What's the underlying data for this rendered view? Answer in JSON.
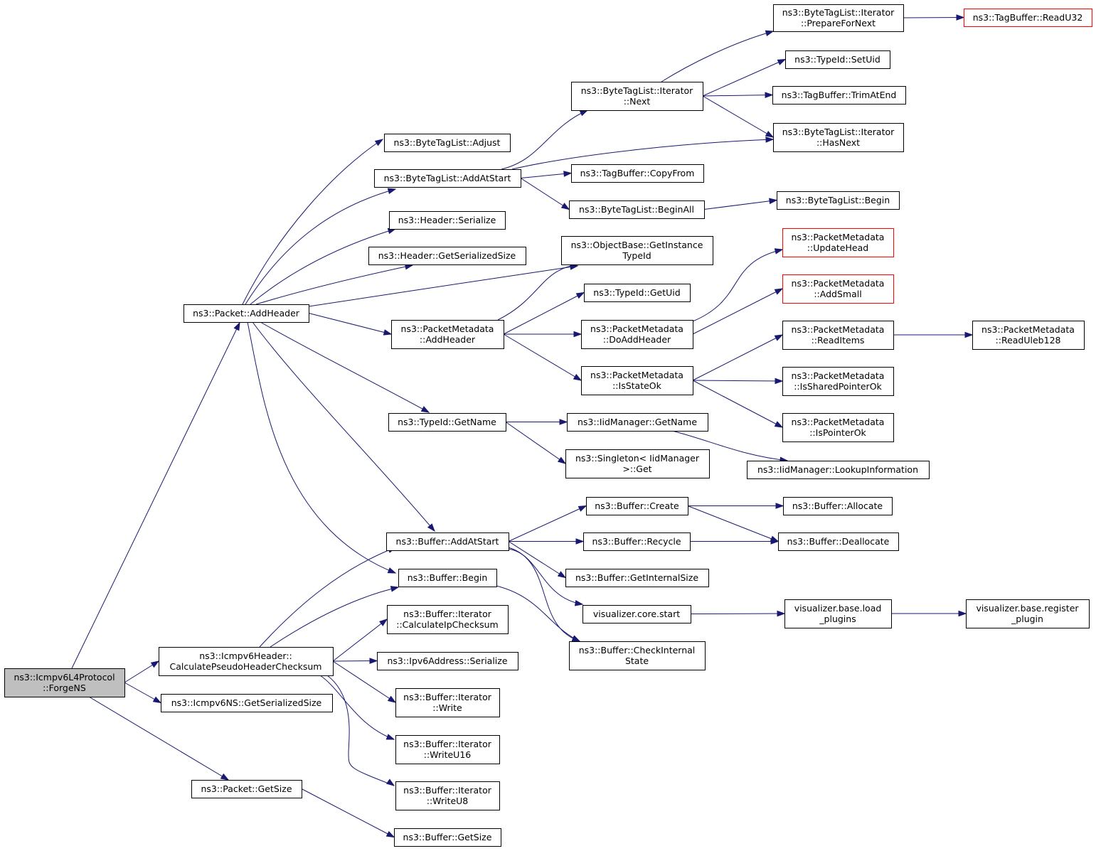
{
  "graph": {
    "colors": {
      "edge": "#191970",
      "root_fill": "#bfbfbf",
      "truncated_border": "#ff0000",
      "node_border": "#000000"
    },
    "nodes": [
      {
        "id": "forgens",
        "lines": [
          "ns3::Icmpv6L4Protocol",
          "::ForgeNS"
        ],
        "root": true
      },
      {
        "id": "pkt_addheader",
        "lines": [
          "ns3::Packet::AddHeader"
        ]
      },
      {
        "id": "calc_pseudo",
        "lines": [
          "ns3::Icmpv6Header::",
          "CalculatePseudoHeaderChecksum"
        ]
      },
      {
        "id": "ns_getser",
        "lines": [
          "ns3::Icmpv6NS::GetSerializedSize"
        ]
      },
      {
        "id": "pkt_getsize",
        "lines": [
          "ns3::Packet::GetSize"
        ]
      },
      {
        "id": "btl_adjust",
        "lines": [
          "ns3::ByteTagList::Adjust"
        ]
      },
      {
        "id": "btl_addatstart",
        "lines": [
          "ns3::ByteTagList::AddAtStart"
        ]
      },
      {
        "id": "hdr_serialize",
        "lines": [
          "ns3::Header::Serialize"
        ]
      },
      {
        "id": "hdr_getser",
        "lines": [
          "ns3::Header::GetSerializedSize"
        ]
      },
      {
        "id": "pm_addheader",
        "lines": [
          "ns3::PacketMetadata",
          "::AddHeader"
        ]
      },
      {
        "id": "typeid_getname",
        "lines": [
          "ns3::TypeId::GetName"
        ]
      },
      {
        "id": "buf_addatstart",
        "lines": [
          "ns3::Buffer::AddAtStart"
        ]
      },
      {
        "id": "buf_begin",
        "lines": [
          "ns3::Buffer::Begin"
        ]
      },
      {
        "id": "bi_calcip",
        "lines": [
          "ns3::Buffer::Iterator",
          "::CalculateIpChecksum"
        ]
      },
      {
        "id": "ipv6_serialize",
        "lines": [
          "ns3::Ipv6Address::Serialize"
        ]
      },
      {
        "id": "bi_write",
        "lines": [
          "ns3::Buffer::Iterator",
          "::Write"
        ]
      },
      {
        "id": "bi_writeu16",
        "lines": [
          "ns3::Buffer::Iterator",
          "::WriteU16"
        ]
      },
      {
        "id": "bi_writeu8",
        "lines": [
          "ns3::Buffer::Iterator",
          "::WriteU8"
        ]
      },
      {
        "id": "buf_getsize",
        "lines": [
          "ns3::Buffer::GetSize"
        ]
      },
      {
        "id": "btli_next",
        "lines": [
          "ns3::ByteTagList::Iterator",
          "::Next"
        ]
      },
      {
        "id": "tb_copyfrom",
        "lines": [
          "ns3::TagBuffer::CopyFrom"
        ]
      },
      {
        "id": "btl_beginall",
        "lines": [
          "ns3::ByteTagList::BeginAll"
        ]
      },
      {
        "id": "ob_getinst",
        "lines": [
          "ns3::ObjectBase::GetInstance",
          "TypeId"
        ]
      },
      {
        "id": "typeid_getuid",
        "lines": [
          "ns3::TypeId::GetUid"
        ]
      },
      {
        "id": "pm_doaddheader",
        "lines": [
          "ns3::PacketMetadata",
          "::DoAddHeader"
        ]
      },
      {
        "id": "pm_isstateok",
        "lines": [
          "ns3::PacketMetadata",
          "::IsStateOk"
        ]
      },
      {
        "id": "iid_getname",
        "lines": [
          "ns3::IidManager::GetName"
        ]
      },
      {
        "id": "singleton_get",
        "lines": [
          "ns3::Singleton< IidManager",
          ">::Get"
        ]
      },
      {
        "id": "buf_create",
        "lines": [
          "ns3::Buffer::Create"
        ]
      },
      {
        "id": "buf_recycle",
        "lines": [
          "ns3::Buffer::Recycle"
        ]
      },
      {
        "id": "buf_getinternal",
        "lines": [
          "ns3::Buffer::GetInternalSize"
        ]
      },
      {
        "id": "viz_core_start",
        "lines": [
          "visualizer.core.start"
        ]
      },
      {
        "id": "buf_checkinternal",
        "lines": [
          "ns3::Buffer::CheckInternal",
          "State"
        ]
      },
      {
        "id": "btli_prepare",
        "lines": [
          "ns3::ByteTagList::Iterator",
          "::PrepareForNext"
        ]
      },
      {
        "id": "typeid_setuid",
        "lines": [
          "ns3::TypeId::SetUid"
        ]
      },
      {
        "id": "tb_trimatend",
        "lines": [
          "ns3::TagBuffer::TrimAtEnd"
        ]
      },
      {
        "id": "btli_hasnext",
        "lines": [
          "ns3::ByteTagList::Iterator",
          "::HasNext"
        ]
      },
      {
        "id": "btl_begin",
        "lines": [
          "ns3::ByteTagList::Begin"
        ]
      },
      {
        "id": "pm_updatehead",
        "lines": [
          "ns3::PacketMetadata",
          "::UpdateHead"
        ],
        "truncated": true
      },
      {
        "id": "pm_addsmall",
        "lines": [
          "ns3::PacketMetadata",
          "::AddSmall"
        ],
        "truncated": true
      },
      {
        "id": "pm_readitems",
        "lines": [
          "ns3::PacketMetadata",
          "::ReadItems"
        ]
      },
      {
        "id": "pm_isshared",
        "lines": [
          "ns3::PacketMetadata",
          "::IsSharedPointerOk"
        ]
      },
      {
        "id": "pm_ispointer",
        "lines": [
          "ns3::PacketMetadata",
          "::IsPointerOk"
        ]
      },
      {
        "id": "iid_lookup",
        "lines": [
          "ns3::IidManager::LookupInformation"
        ]
      },
      {
        "id": "buf_allocate",
        "lines": [
          "ns3::Buffer::Allocate"
        ]
      },
      {
        "id": "buf_deallocate",
        "lines": [
          "ns3::Buffer::Deallocate"
        ]
      },
      {
        "id": "viz_load",
        "lines": [
          "visualizer.base.load",
          "_plugins"
        ]
      },
      {
        "id": "tb_readu32",
        "lines": [
          "ns3::TagBuffer::ReadU32"
        ],
        "truncated": true
      },
      {
        "id": "pm_readuleb",
        "lines": [
          "ns3::PacketMetadata",
          "::ReadUleb128"
        ]
      },
      {
        "id": "viz_register",
        "lines": [
          "visualizer.base.register",
          "_plugin"
        ]
      }
    ],
    "edges": [
      [
        "forgens",
        "pkt_addheader"
      ],
      [
        "forgens",
        "calc_pseudo"
      ],
      [
        "forgens",
        "ns_getser"
      ],
      [
        "forgens",
        "pkt_getsize"
      ],
      [
        "pkt_addheader",
        "btl_adjust"
      ],
      [
        "pkt_addheader",
        "btl_addatstart"
      ],
      [
        "pkt_addheader",
        "hdr_serialize"
      ],
      [
        "pkt_addheader",
        "hdr_getser"
      ],
      [
        "pkt_addheader",
        "ob_getinst"
      ],
      [
        "pkt_addheader",
        "pm_addheader"
      ],
      [
        "pkt_addheader",
        "typeid_getname"
      ],
      [
        "pkt_addheader",
        "buf_addatstart"
      ],
      [
        "pkt_addheader",
        "buf_begin"
      ],
      [
        "calc_pseudo",
        "buf_addatstart"
      ],
      [
        "calc_pseudo",
        "buf_begin"
      ],
      [
        "calc_pseudo",
        "bi_calcip"
      ],
      [
        "calc_pseudo",
        "ipv6_serialize"
      ],
      [
        "calc_pseudo",
        "bi_write"
      ],
      [
        "calc_pseudo",
        "bi_writeu16"
      ],
      [
        "calc_pseudo",
        "bi_writeu8"
      ],
      [
        "pkt_getsize",
        "buf_getsize"
      ],
      [
        "btl_addatstart",
        "btli_next"
      ],
      [
        "btl_addatstart",
        "btli_hasnext"
      ],
      [
        "btl_addatstart",
        "tb_copyfrom"
      ],
      [
        "btl_addatstart",
        "btl_beginall"
      ],
      [
        "btli_next",
        "btli_prepare"
      ],
      [
        "btli_next",
        "typeid_setuid"
      ],
      [
        "btli_next",
        "tb_trimatend"
      ],
      [
        "btli_next",
        "btli_hasnext"
      ],
      [
        "btli_prepare",
        "tb_readu32"
      ],
      [
        "btl_beginall",
        "btl_begin"
      ],
      [
        "pm_addheader",
        "ob_getinst"
      ],
      [
        "pm_addheader",
        "typeid_getuid"
      ],
      [
        "pm_addheader",
        "pm_doaddheader"
      ],
      [
        "pm_addheader",
        "pm_isstateok"
      ],
      [
        "pm_doaddheader",
        "pm_updatehead"
      ],
      [
        "pm_doaddheader",
        "pm_addsmall"
      ],
      [
        "pm_isstateok",
        "pm_readitems"
      ],
      [
        "pm_isstateok",
        "pm_isshared"
      ],
      [
        "pm_isstateok",
        "pm_ispointer"
      ],
      [
        "pm_readitems",
        "pm_readuleb"
      ],
      [
        "typeid_getname",
        "iid_getname"
      ],
      [
        "typeid_getname",
        "singleton_get"
      ],
      [
        "iid_getname",
        "iid_lookup"
      ],
      [
        "buf_addatstart",
        "buf_create"
      ],
      [
        "buf_addatstart",
        "buf_recycle"
      ],
      [
        "buf_addatstart",
        "buf_getinternal"
      ],
      [
        "buf_addatstart",
        "viz_core_start"
      ],
      [
        "buf_addatstart",
        "buf_checkinternal"
      ],
      [
        "buf_begin",
        "buf_checkinternal"
      ],
      [
        "buf_create",
        "buf_allocate"
      ],
      [
        "buf_create",
        "buf_deallocate"
      ],
      [
        "buf_recycle",
        "buf_deallocate"
      ],
      [
        "viz_core_start",
        "viz_load"
      ],
      [
        "viz_load",
        "viz_register"
      ]
    ]
  }
}
